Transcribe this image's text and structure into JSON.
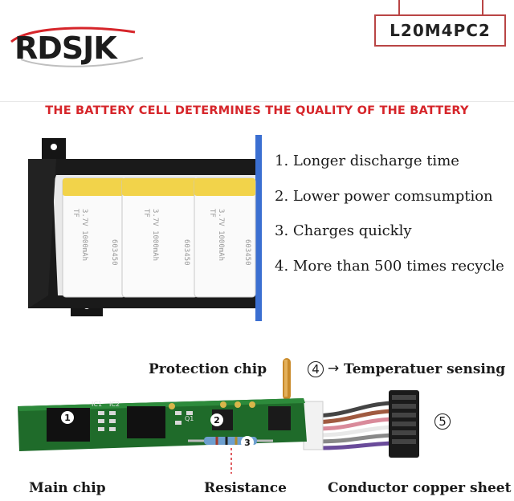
{
  "brand": {
    "logo_text": "RDSJK"
  },
  "model": {
    "code": "L20M4PC2"
  },
  "headline": "THE BATTERY CELL DETERMINES THE QUALITY OF THE BATTERY",
  "features": [
    "1. Longer discharge time",
    "2. Lower power comsumption",
    "3. Charges quickly",
    "4. More than 500 times recycle"
  ],
  "cells": [
    {
      "brand": "TF",
      "model": "603450",
      "spec": "3.7V 1000mAh"
    },
    {
      "brand": "TF",
      "model": "603450",
      "spec": "3.7V 1000mAh"
    },
    {
      "brand": "TF",
      "model": "603450",
      "spec": "3.7V 1000mAh"
    }
  ],
  "pcb": {
    "labels": {
      "protection_chip": "Protection chip",
      "temperature_sensing": "Temperatuer sensing",
      "main_chip": "Main chip",
      "resistance": "Resistance",
      "conductor": "Conductor copper sheet"
    },
    "markers": [
      "1",
      "2",
      "3",
      "4",
      "5"
    ],
    "silkscreen": [
      "IC1",
      "IC2",
      "Q1"
    ]
  },
  "colors": {
    "headline": "#d6252a",
    "model_border": "#b94545",
    "pcb_green": "#1f6b2a",
    "cell_yellow": "#f2d34a",
    "divider_blue": "#3b6fd1"
  }
}
